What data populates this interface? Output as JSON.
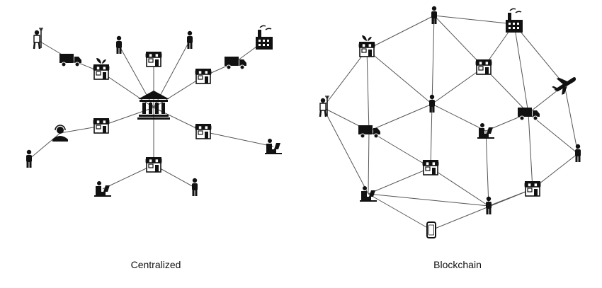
{
  "captions": {
    "centralized": "Centralized",
    "blockchain": "Blockchain"
  },
  "colors": {
    "ink": "#111111",
    "edge": "#555555",
    "background": "#ffffff"
  },
  "networks": [
    {
      "id": "centralized",
      "nodes": [
        {
          "id": "bank",
          "icon": "bank-icon"
        },
        {
          "id": "c-farmer",
          "icon": "farmer-icon"
        },
        {
          "id": "c-truck1",
          "icon": "truck-icon"
        },
        {
          "id": "c-store1",
          "icon": "farm-store-icon"
        },
        {
          "id": "c-person1",
          "icon": "person-icon"
        },
        {
          "id": "c-store2",
          "icon": "store-icon"
        },
        {
          "id": "c-factory",
          "icon": "factory-icon"
        },
        {
          "id": "c-truck2",
          "icon": "truck-icon"
        },
        {
          "id": "c-store3",
          "icon": "store-icon"
        },
        {
          "id": "c-store4",
          "icon": "store-icon"
        },
        {
          "id": "c-operator",
          "icon": "headset-operator-icon"
        },
        {
          "id": "c-person2",
          "icon": "person-icon"
        },
        {
          "id": "c-store5",
          "icon": "store-icon"
        },
        {
          "id": "c-laptop1",
          "icon": "laptop-user-icon"
        },
        {
          "id": "c-store6",
          "icon": "store-icon"
        },
        {
          "id": "c-laptop2",
          "icon": "laptop-user-icon"
        },
        {
          "id": "c-person3",
          "icon": "person-icon"
        }
      ],
      "edges": [
        [
          "c-farmer",
          "c-truck1"
        ],
        [
          "c-truck1",
          "c-store1"
        ],
        [
          "c-store1",
          "bank"
        ],
        [
          "c-person1",
          "bank"
        ],
        [
          "c-store2",
          "bank"
        ],
        [
          "c-factory",
          "c-truck2"
        ],
        [
          "c-truck2",
          "c-store3"
        ],
        [
          "c-store3",
          "bank"
        ],
        [
          "c-person2",
          "c-operator"
        ],
        [
          "c-operator",
          "c-store4"
        ],
        [
          "c-store4",
          "bank"
        ],
        [
          "bank",
          "c-store5"
        ],
        [
          "c-store5",
          "c-laptop1"
        ],
        [
          "bank",
          "c-store6"
        ],
        [
          "c-store6",
          "c-laptop2"
        ],
        [
          "c-store6",
          "c-person3"
        ]
      ]
    },
    {
      "id": "blockchain",
      "nodes": [
        {
          "id": "b-store1",
          "icon": "farm-store-icon"
        },
        {
          "id": "b-person-top",
          "icon": "person-icon"
        },
        {
          "id": "b-factory",
          "icon": "factory-icon"
        },
        {
          "id": "b-store2",
          "icon": "store-icon"
        },
        {
          "id": "b-plane",
          "icon": "airplane-icon"
        },
        {
          "id": "b-farmer",
          "icon": "farmer-icon"
        },
        {
          "id": "b-person-mid",
          "icon": "person-icon"
        },
        {
          "id": "b-truck1",
          "icon": "truck-icon"
        },
        {
          "id": "b-laptop1",
          "icon": "laptop-user-icon"
        },
        {
          "id": "b-truck2",
          "icon": "truck-icon"
        },
        {
          "id": "b-person-right",
          "icon": "person-icon"
        },
        {
          "id": "b-store3",
          "icon": "store-icon"
        },
        {
          "id": "b-laptop2",
          "icon": "laptop-user-icon"
        },
        {
          "id": "b-store4",
          "icon": "store-icon"
        },
        {
          "id": "b-person-low",
          "icon": "person-icon"
        },
        {
          "id": "b-phone",
          "icon": "smartphone-icon"
        }
      ],
      "edges": [
        [
          "b-store1",
          "b-person-top"
        ],
        [
          "b-person-top",
          "b-factory"
        ],
        [
          "b-person-top",
          "b-store2"
        ],
        [
          "b-person-top",
          "b-person-mid"
        ],
        [
          "b-store1",
          "b-farmer"
        ],
        [
          "b-store1",
          "b-truck1"
        ],
        [
          "b-store1",
          "b-person-mid"
        ],
        [
          "b-store2",
          "b-factory"
        ],
        [
          "b-factory",
          "b-plane"
        ],
        [
          "b-factory",
          "b-truck2"
        ],
        [
          "b-store2",
          "b-person-mid"
        ],
        [
          "b-store2",
          "b-truck2"
        ],
        [
          "b-plane",
          "b-person-right"
        ],
        [
          "b-plane",
          "b-truck2"
        ],
        [
          "b-farmer",
          "b-truck1"
        ],
        [
          "b-farmer",
          "b-laptop2"
        ],
        [
          "b-person-mid",
          "b-truck1"
        ],
        [
          "b-person-mid",
          "b-store3"
        ],
        [
          "b-person-mid",
          "b-laptop1"
        ],
        [
          "b-truck1",
          "b-store3"
        ],
        [
          "b-truck1",
          "b-laptop2"
        ],
        [
          "b-laptop1",
          "b-truck2"
        ],
        [
          "b-laptop1",
          "b-person-low"
        ],
        [
          "b-truck2",
          "b-store4"
        ],
        [
          "b-truck2",
          "b-person-right"
        ],
        [
          "b-person-right",
          "b-store4"
        ],
        [
          "b-store3",
          "b-laptop2"
        ],
        [
          "b-store3",
          "b-person-low"
        ],
        [
          "b-laptop2",
          "b-person-low"
        ],
        [
          "b-laptop2",
          "b-phone"
        ],
        [
          "b-phone",
          "b-store4"
        ],
        [
          "b-person-low",
          "b-store4"
        ]
      ]
    }
  ]
}
